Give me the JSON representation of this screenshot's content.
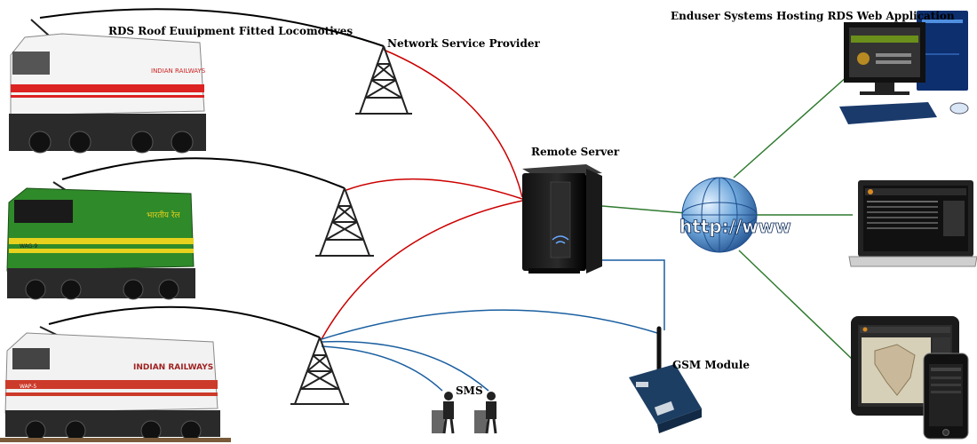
{
  "labels": {
    "locomotives": "RDS Roof Euuipment Fitted Locomotives",
    "network": "Network Service Provider",
    "server": "Remote Server",
    "enduser": "Enduser Systems Hosting RDS Web Application",
    "gsm": "GSM Module",
    "sms": "SMS"
  },
  "locomotive_text": {
    "loco1_brand": "INDIAN RAILWAYS",
    "loco2_brand": "भारतीय रेल",
    "loco2_class": "WAG-9",
    "loco3_brand": "INDIAN RAILWAYS",
    "loco3_class": "WAP-5"
  },
  "globe_text": "http://www",
  "colors": {
    "cellular_link": "#cc0000",
    "sms_link": "#1a5fa0",
    "internet_link": "#2f7a2f",
    "wire": "#000000"
  }
}
